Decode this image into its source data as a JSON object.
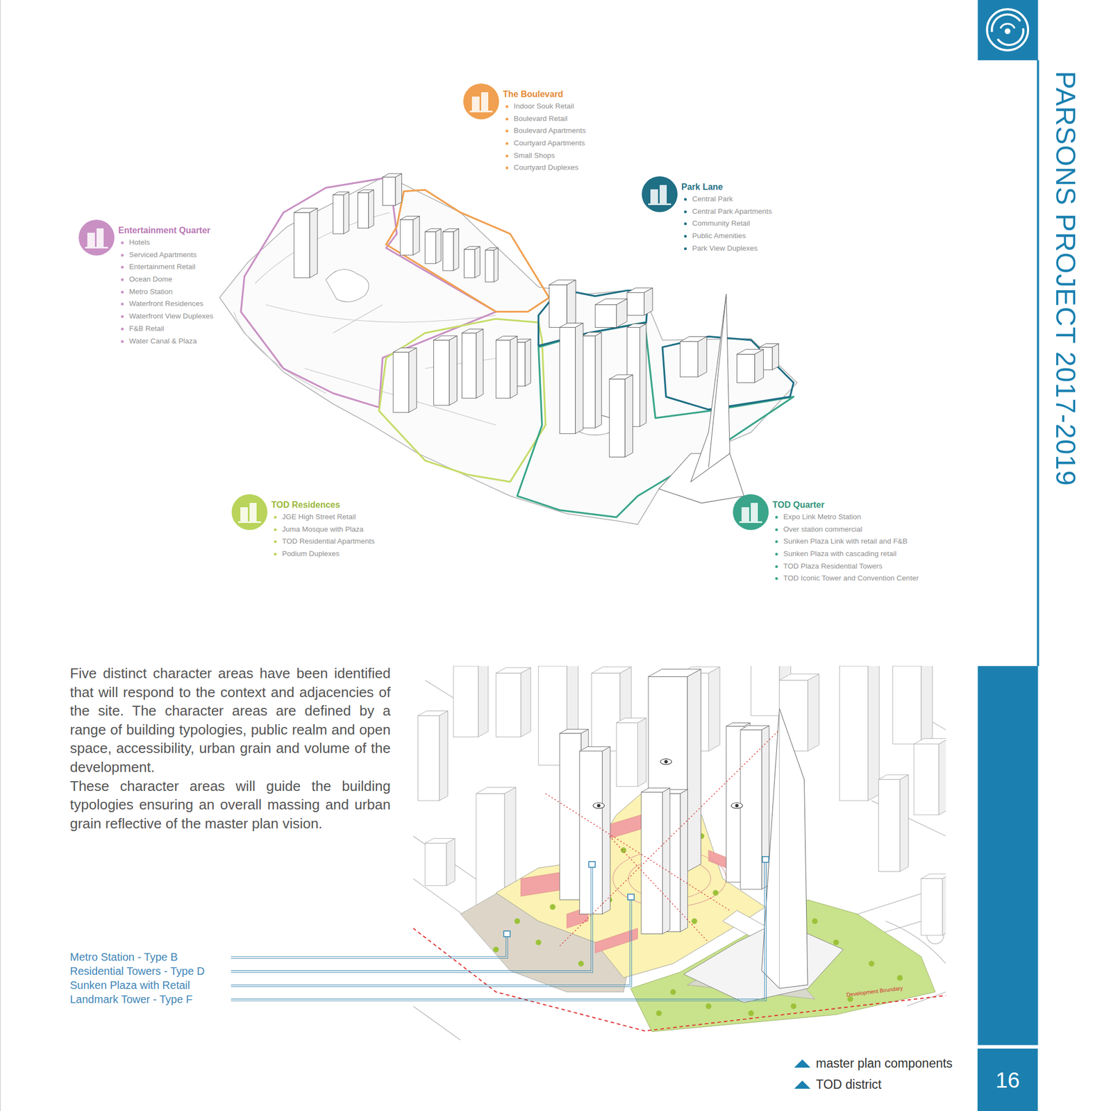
{
  "diagram": {
    "title": "PARSONS PROJECT 2017-2019",
    "nodes": [
      {
        "text": [
          "The Boulevard",
          "Indoor Souk Retail",
          "Boulevard Retail",
          "Boulevard Apartments",
          "Courtyard Apartments",
          "Small Shops",
          "Courtyard Duplexes"
        ]
      },
      {
        "text": [
          "Park Lane",
          "Central Park",
          "Central Park Apartments",
          "Community Retail",
          "Public Amenities",
          "Park View Duplexes"
        ]
      },
      {
        "text": [
          "Entertainment Quarter",
          "Hotels",
          "Serviced Apartments",
          "Entertainment Retail",
          "Ocean Dome",
          "Metro Station",
          "Waterfront Residences",
          "Waterfront View Duplexes",
          "F&B Retail",
          "Water Canal & Plaza"
        ]
      },
      {
        "text": [
          "TOD Residences",
          "JGE High Street Retail",
          "Juma Mosque with Plaza",
          "TOD Residential Apartments",
          "Podium Duplexes"
        ]
      },
      {
        "text": [
          "TOD Quarter",
          "Expo Link Metro Station",
          "Over station commercial",
          "Sunken Plaza Link with retail and F&B",
          "Sunken Plaza with cascading retail",
          "TOD Plaza Residential Towers",
          "TOD Iconic Tower and Convention Center"
        ]
      },
      {
        "text": [
          "16"
        ]
      }
    ],
    "labels": [
      "Five distinct character areas have been identified that will respond to the context and adjacencies of the site. The character areas are defined by a range of building typologies, public realm and open space, accessibility, urban grain and volume of the development.",
      "These character areas will guide the building typologies ensuring an overall massing and urban grain reflective of the master plan vision.",
      "Metro Station - Type B",
      "Residential Towers - Type D",
      "Sunken Plaza with Retail",
      "Landmark Tower - Type F",
      "Development Boundary"
    ],
    "legend": [
      {
        "text": "master plan components"
      },
      {
        "text": "TOD district"
      }
    ]
  }
}
